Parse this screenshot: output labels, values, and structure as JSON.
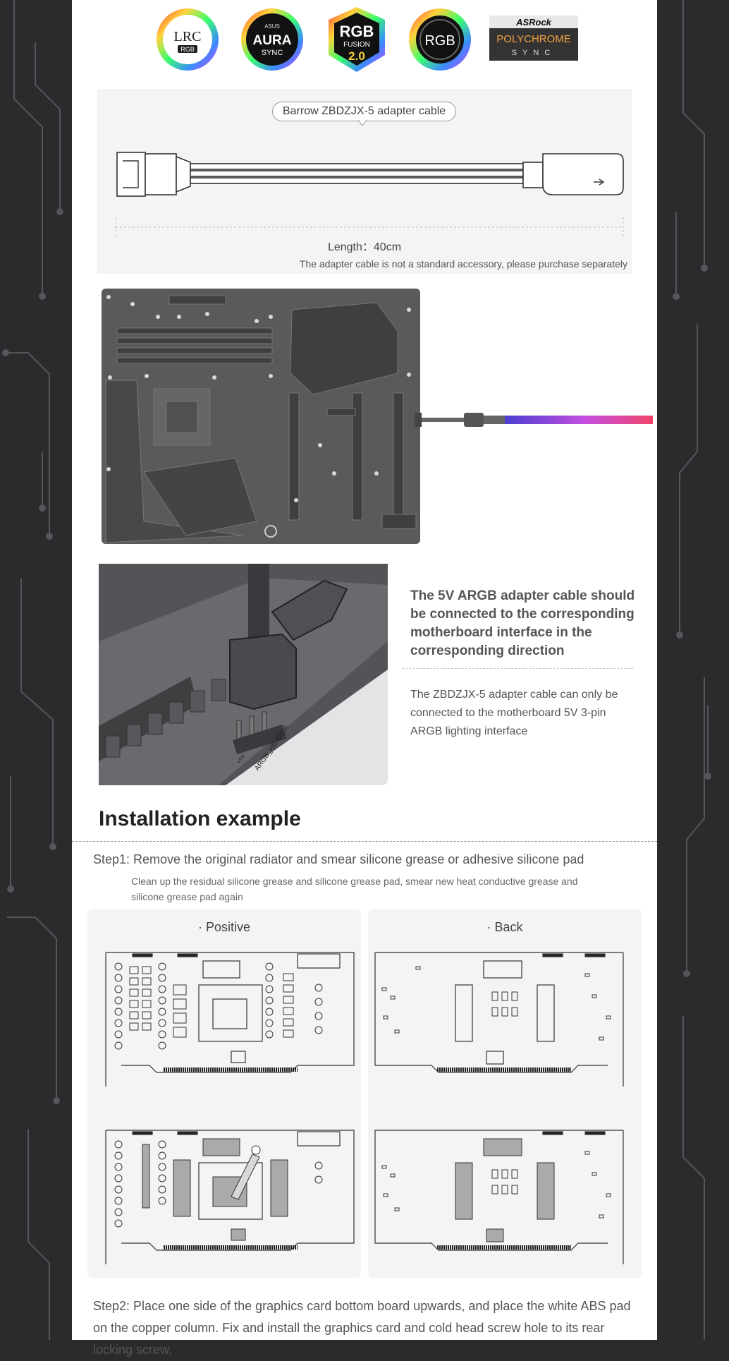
{
  "logos": {
    "lrc": {
      "top": "LRC",
      "badge": "RGB"
    },
    "aura": {
      "brand": "ASUS",
      "main": "AURA",
      "sub": "SYNC"
    },
    "fusion": {
      "main": "RGB",
      "sub": "FUSION",
      "ver": "2.0"
    },
    "rgb": {
      "main": "RGB"
    },
    "asrock": {
      "brand": "ASRock",
      "main": "POLYCHROME",
      "sub": "SYNC"
    }
  },
  "cable": {
    "name": "Barrow ZBDZJX-5 adapter cable",
    "length": "Length：40cm",
    "note": "The adapter cable is not a standard accessory, please purchase separately"
  },
  "connection": {
    "title": "The 5V ARGB adapter cable should be connected to the corresponding motherboard interface in the corresponding direction",
    "body": "The ZBDZJX-5 adapter cable can only be connected to the motherboard 5V 3-pin ARGB lighting interface",
    "header_label": "ARGB_HEADER",
    "pin_label": "+5V"
  },
  "installation": {
    "title": "Installation example",
    "step1": "Step1: Remove the original radiator and smear silicone grease or adhesive silicone pad",
    "step1_sub": "Clean up the residual silicone grease and silicone grease pad, smear new heat conductive grease and silicone grease pad again",
    "positive": "· Positive",
    "back": "· Back",
    "step2": "Step2: Place one side of the graphics card bottom board upwards, and place the white ABS pad on the copper column. Fix and install the graphics card and cold head screw hole to its rear locking screw."
  },
  "colors": {
    "accent_start": "#4a3fd0",
    "accent_mid": "#c64fe0",
    "accent_end": "#f0446a"
  }
}
